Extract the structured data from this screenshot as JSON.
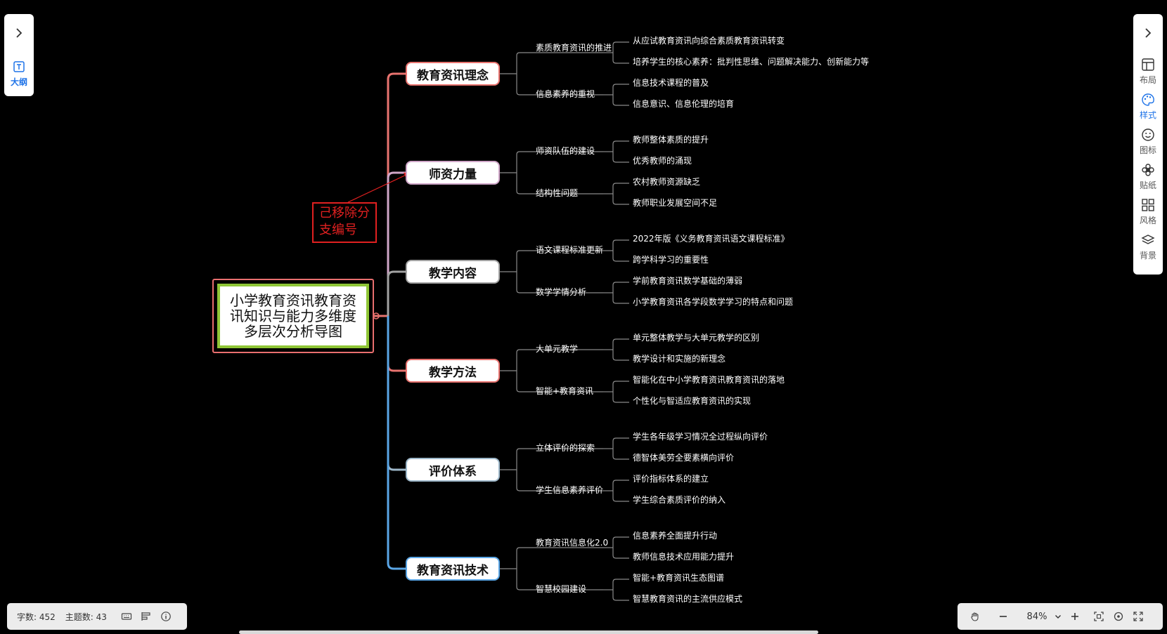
{
  "outline_panel": {
    "label": "大纲"
  },
  "sidebar": {
    "tools": [
      {
        "name": "layout",
        "label": "布局",
        "icon": "layout-icon",
        "active": false
      },
      {
        "name": "style",
        "label": "样式",
        "icon": "palette-icon",
        "active": true
      },
      {
        "name": "icons",
        "label": "图标",
        "icon": "smiley-icon",
        "active": false
      },
      {
        "name": "sticker",
        "label": "贴纸",
        "icon": "flower-icon",
        "active": false
      },
      {
        "name": "theme",
        "label": "风格",
        "icon": "grid-icon",
        "active": false
      },
      {
        "name": "background",
        "label": "背景",
        "icon": "layers-icon",
        "active": false
      }
    ]
  },
  "mindmap": {
    "root": {
      "text": "小学教育资讯教育资讯知识与能力多维度多层次分析导图"
    },
    "annotation": {
      "text": "己移除分\n支编号",
      "color": "#e02020"
    },
    "branches": [
      {
        "label": "教育资讯理念",
        "color": "#e8736f",
        "subs": [
          {
            "label": "素质教育资讯的推进",
            "leaves": [
              "从应试教育资讯向综合素质教育资讯转变",
              "培养学生的核心素养：批判性思维、问题解决能力、创新能力等"
            ]
          },
          {
            "label": "信息素养的重视",
            "leaves": [
              "信息技术课程的普及",
              "信息意识、信息伦理的培育"
            ]
          }
        ]
      },
      {
        "label": "师资力量",
        "color": "#cfa6c8",
        "subs": [
          {
            "label": "师资队伍的建设",
            "leaves": [
              "教师整体素质的提升",
              "优秀教师的涌现"
            ]
          },
          {
            "label": "结构性问题",
            "leaves": [
              "农村教师资源缺乏",
              "教师职业发展空间不足"
            ]
          }
        ]
      },
      {
        "label": "教学内容",
        "color": "#a3a3a3",
        "subs": [
          {
            "label": "语文课程标准更新",
            "leaves": [
              "2022年版《义务教育资讯语文课程标准》",
              "跨学科学习的重要性"
            ]
          },
          {
            "label": "数学学情分析",
            "leaves": [
              "学前教育资讯数学基础的薄弱",
              "小学教育资讯各学段数学学习的特点和问题"
            ]
          }
        ]
      },
      {
        "label": "教学方法",
        "color": "#e8736f",
        "subs": [
          {
            "label": "大单元教学",
            "leaves": [
              "单元整体教学与大单元教学的区别",
              "教学设计和实施的新理念"
            ]
          },
          {
            "label": "智能+教育资讯",
            "leaves": [
              "智能化在中小学教育资讯教育资讯的落地",
              "个性化与智适应教育资讯的实现"
            ]
          }
        ]
      },
      {
        "label": "评价体系",
        "color": "#9db7c9",
        "subs": [
          {
            "label": "立体评价的探索",
            "leaves": [
              "学生各年级学习情况全过程纵向评价",
              "德智体美劳全要素横向评价"
            ]
          },
          {
            "label": "学生信息素养评价",
            "leaves": [
              "评价指标体系的建立",
              "学生综合素质评价的纳入"
            ]
          }
        ]
      },
      {
        "label": "教育资讯技术",
        "color": "#5aa6e6",
        "subs": [
          {
            "label": "教育资讯信息化2.0",
            "leaves": [
              "信息素养全面提升行动",
              "教师信息技术应用能力提升"
            ]
          },
          {
            "label": "智慧校园建设",
            "leaves": [
              "智能+教育资讯生态图谱",
              "智慧教育资讯的主流供应模式"
            ]
          }
        ]
      }
    ]
  },
  "status": {
    "word_count": "字数: 452",
    "topic_count": "主题数: 43"
  },
  "zoom": {
    "value": "84%"
  }
}
